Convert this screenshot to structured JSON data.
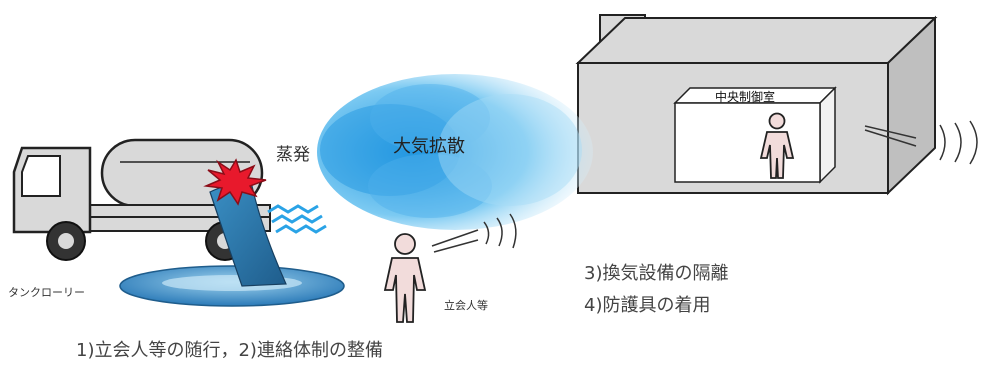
{
  "labels": {
    "evaporation": "蒸発",
    "diffusion": "大気拡散",
    "control_room": "中央制御室",
    "tank_lorry": "タンクローリー",
    "witness": "立会人等"
  },
  "measures": {
    "m12": "1)立会人等の随行，2)連絡体制の整備",
    "m3": "3)換気設備の隔離",
    "m4": "4)防護具の着用"
  },
  "colors": {
    "building": "#d9d9d9",
    "truck": "#d9d9d9",
    "cloud": "#3fa9e6",
    "spill": "#2e75b6",
    "burst": "#e8192c",
    "person": "#f2dcdb"
  }
}
